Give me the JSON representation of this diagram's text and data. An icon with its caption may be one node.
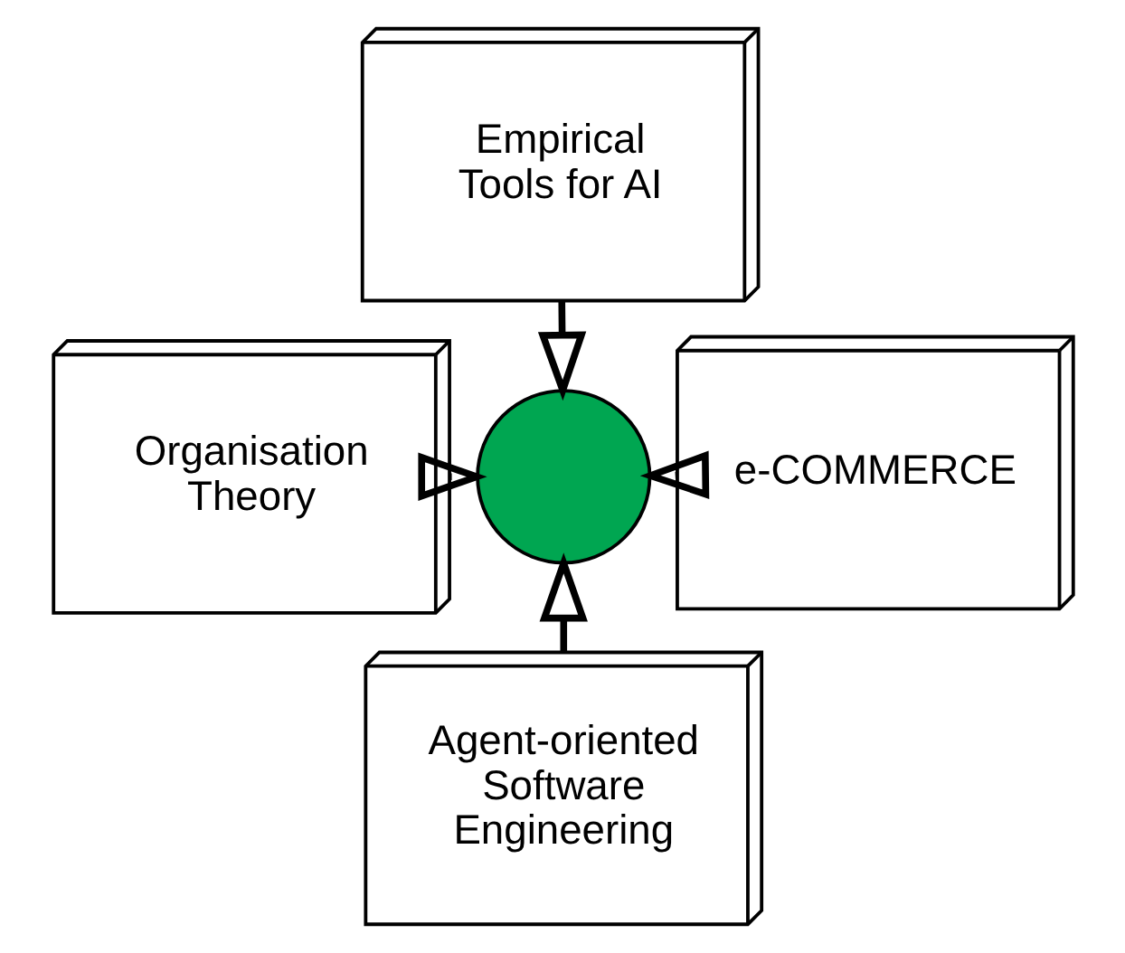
{
  "diagram": {
    "nodes": [
      {
        "text": [
          "Agent-oriented Software Engineering"
        ]
      },
      {
        "text": [
          "e-COMMERCE"
        ]
      },
      {
        "text": [],
        "shape": "circle"
      },
      {
        "text": [
          "Organisation Theory"
        ]
      },
      {
        "text": [
          "Empirical Tools for AI"
        ]
      }
    ],
    "edges": [
      {
        "from": 0,
        "to": 2,
        "arrow": "to"
      },
      {
        "from": 1,
        "to": 2,
        "arrow": "to"
      },
      {
        "from": 3,
        "to": 2,
        "arrow": "to"
      },
      {
        "from": 4,
        "to": 2,
        "arrow": "to"
      }
    ]
  }
}
